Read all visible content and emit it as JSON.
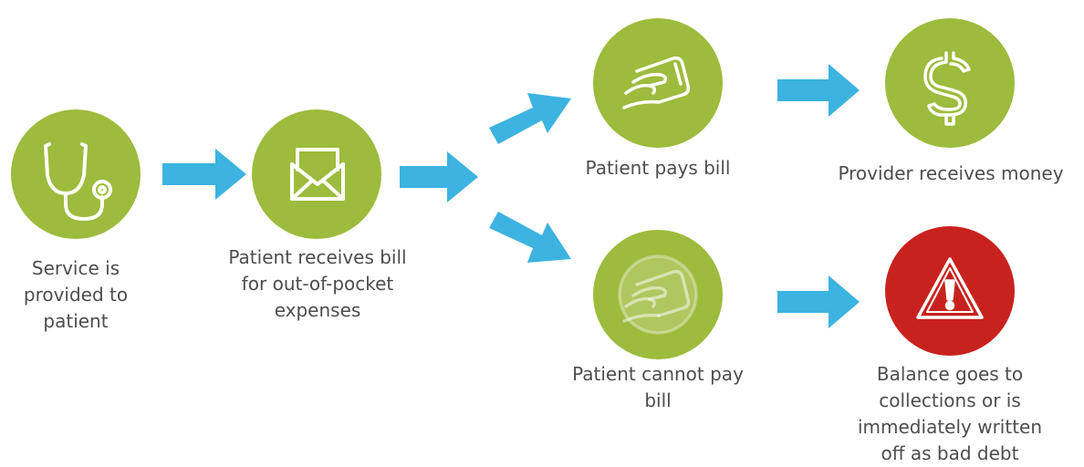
{
  "steps": [
    {
      "label": "Service is provided to patient",
      "icon": "stethoscope-icon"
    },
    {
      "label": "Patient receives bill for out-of-pocket expenses",
      "icon": "envelope-icon"
    },
    {
      "label": "Patient pays bill",
      "icon": "hand-card-icon"
    },
    {
      "label": "Provider receives money",
      "icon": "dollar-icon"
    },
    {
      "label": "Patient cannot pay bill",
      "icon": "hand-card-faded-icon"
    },
    {
      "label": "Balance goes to collections or is immediately written off as bad debt",
      "icon": "warning-icon"
    }
  ],
  "colors": {
    "green": "#9dbb3c",
    "red": "#c8221e",
    "arrow": "#3cb3e0",
    "text": "#4d4d4d"
  }
}
